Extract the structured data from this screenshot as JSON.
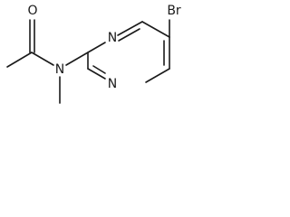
{
  "molecule": {
    "atoms": {
      "oxygen": "O",
      "amide_nitrogen": "N",
      "ring_nitrogen_top": "N",
      "ring_nitrogen_bottom": "N",
      "bromine": "Br"
    }
  }
}
